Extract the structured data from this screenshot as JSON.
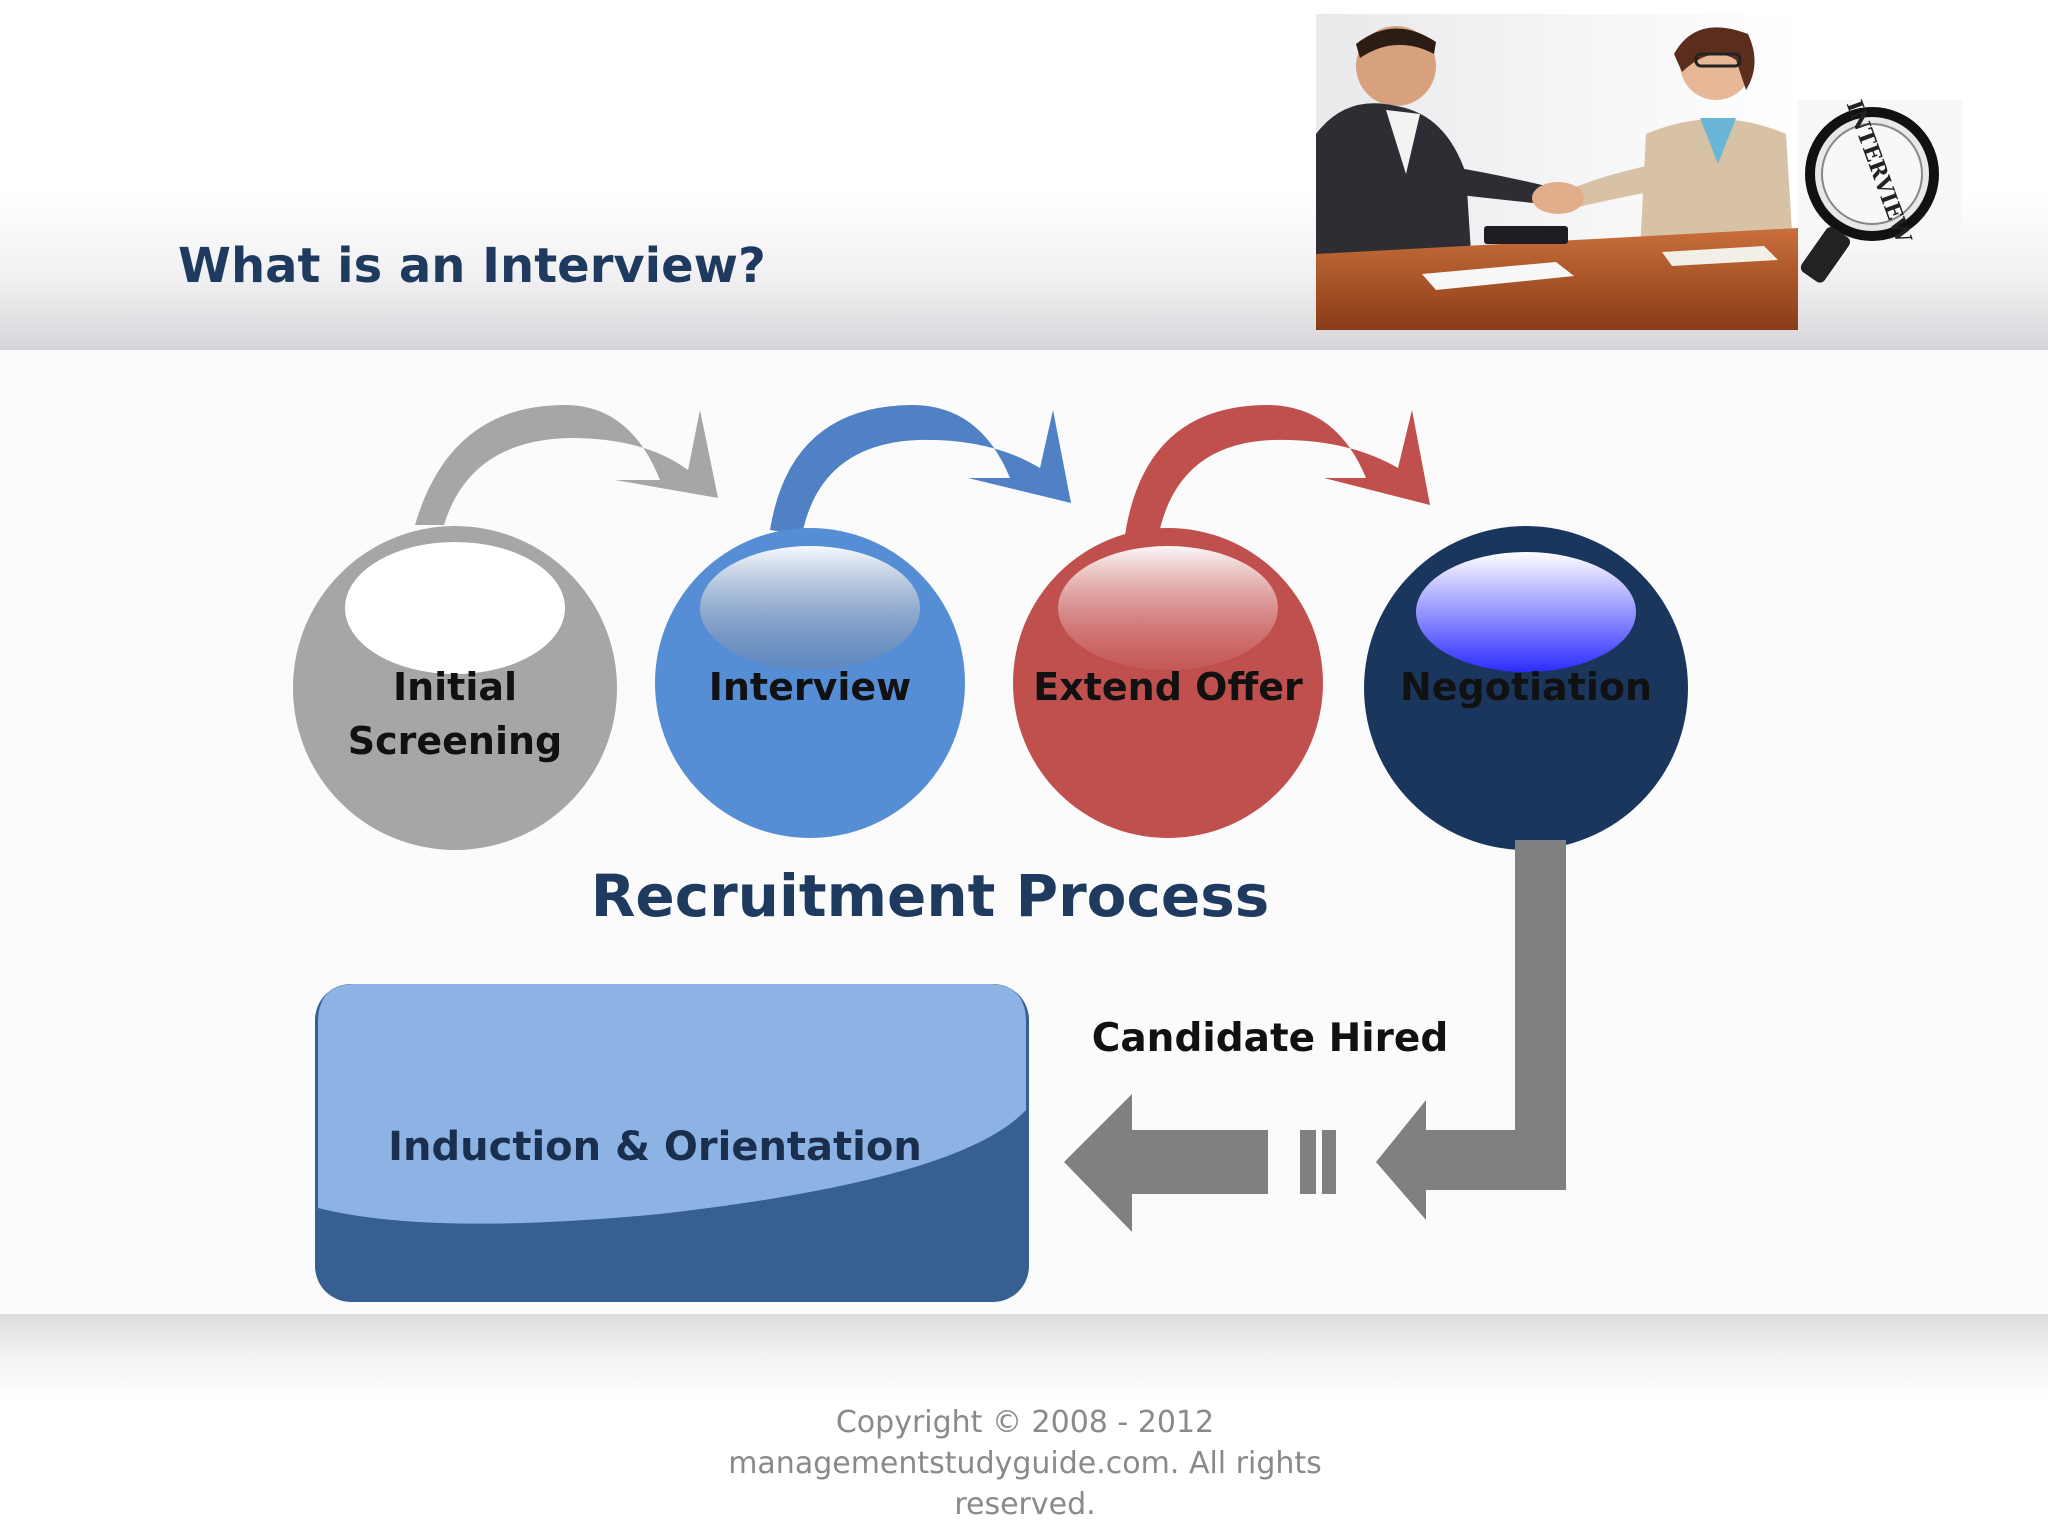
{
  "slide": {
    "title": "What is an Interview?",
    "photo": {
      "magnifier_text": "INTERVIEW"
    }
  },
  "diagram": {
    "steps": [
      {
        "label_line1": "Initial",
        "label_line2": "Screening",
        "color": "#a6a6a8",
        "arrow_color": "#a6a6a8"
      },
      {
        "label": "Interview",
        "color": "#568ed6",
        "arrow_color": "#4f81c4"
      },
      {
        "label": "Extend Offer",
        "color": "#c0504d",
        "arrow_color": "#c0504d"
      },
      {
        "label": "Negotiation",
        "color": "#1b365d",
        "highlight_color": "#3a3aff"
      }
    ],
    "title": "Recruitment Process",
    "connector_label": "Candidate Hired",
    "final_box": {
      "label": "Induction & Orientation",
      "top_color": "#8db3e4",
      "bottom_color": "#375f91"
    },
    "arrow_color": "#808082"
  },
  "footer": {
    "line1": "Copyright © 2008 - 2012",
    "line2": "managementstudyguide.com. All rights",
    "line3": "reserved."
  }
}
